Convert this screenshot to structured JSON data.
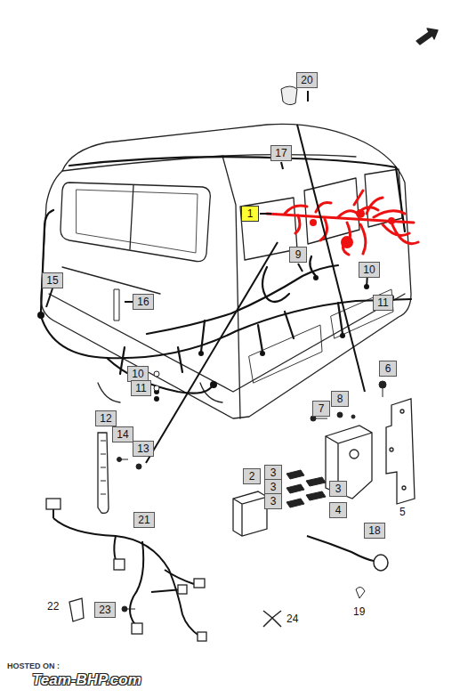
{
  "diagram": {
    "nodes": [
      {
        "text": [
          "20"
        ]
      },
      {
        "text": [
          "17"
        ]
      },
      {
        "text": [
          "1"
        ]
      },
      {
        "text": [
          "9"
        ]
      },
      {
        "text": [
          "15"
        ]
      },
      {
        "text": [
          "16"
        ]
      },
      {
        "text": [
          "10"
        ]
      },
      {
        "text": [
          "11"
        ]
      },
      {
        "text": [
          "10"
        ]
      },
      {
        "text": [
          "11"
        ]
      },
      {
        "text": [
          "6"
        ]
      },
      {
        "text": [
          "7"
        ]
      },
      {
        "text": [
          "8"
        ]
      },
      {
        "text": [
          "12"
        ]
      },
      {
        "text": [
          "14"
        ]
      },
      {
        "text": [
          "13"
        ]
      },
      {
        "text": [
          "2"
        ]
      },
      {
        "text": [
          "3"
        ]
      },
      {
        "text": [
          "3"
        ]
      },
      {
        "text": [
          "3"
        ]
      },
      {
        "text": [
          "3"
        ]
      },
      {
        "text": [
          "4"
        ]
      },
      {
        "text": [
          "21"
        ]
      },
      {
        "text": [
          "18"
        ]
      },
      {
        "text": [
          "23"
        ]
      }
    ],
    "labels": [
      "5",
      "19",
      "22",
      "24",
      "HOSTED ON :",
      "Team-BHP.com"
    ]
  }
}
